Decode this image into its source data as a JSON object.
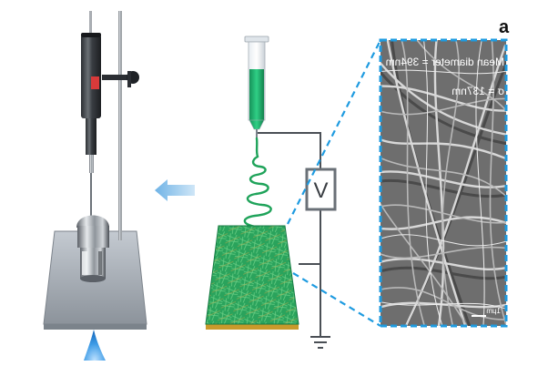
{
  "panel_letter": "a",
  "sem": {
    "mean_diameter": "Mean diameter = 394nm",
    "sigma": "σ = 137nm",
    "scale_bar": "1μm"
  },
  "voltmeter_symbol": "V",
  "colors": {
    "sem_border": "#1e9be0",
    "arrow": "#8fc6ec",
    "fiber_green": "#1fa35a",
    "syringe_fluid": "#22b36b",
    "collector_base": "#c99a2b",
    "stage_plate": "#9aa2ac",
    "flame_blue": "#2f8ee0"
  },
  "icons": [
    "rotating-press-icon",
    "flow-arrow-icon",
    "syringe-icon",
    "voltmeter-icon",
    "ground-icon"
  ]
}
